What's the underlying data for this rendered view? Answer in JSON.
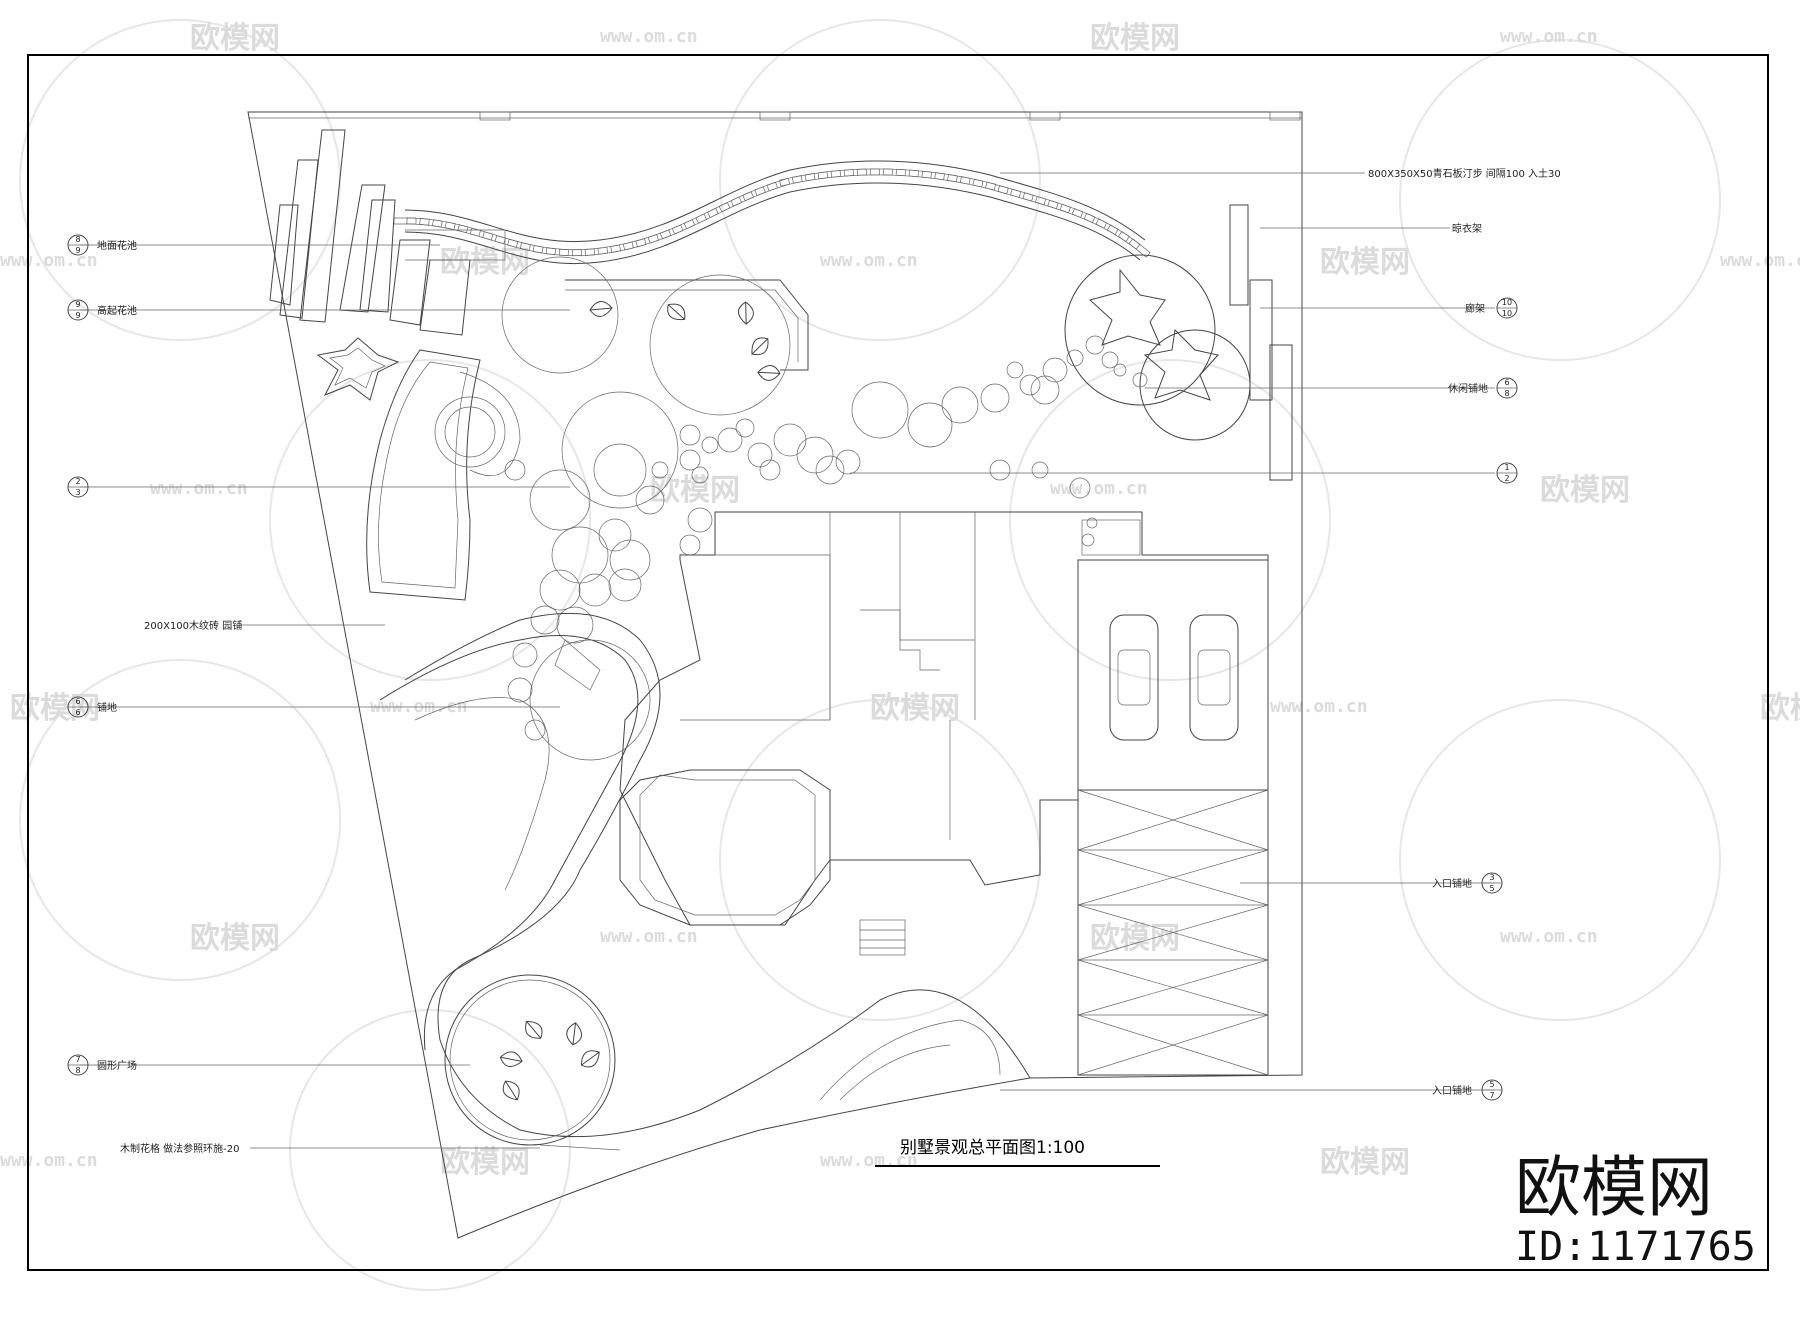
{
  "drawing": {
    "title": "别墅景观总平面图1:100",
    "brand_name": "欧模网",
    "brand_id": "ID:1171765",
    "watermark_text": "欧模网",
    "watermark_url": "www.om.cn"
  },
  "callouts": [
    {
      "text": "地面花池",
      "tag_top": "8",
      "tag_bottom": "9",
      "side": "left"
    },
    {
      "text": "高起花池",
      "tag_top": "9",
      "tag_bottom": "9",
      "side": "left"
    },
    {
      "text": "",
      "tag_top": "2",
      "tag_bottom": "3",
      "side": "left"
    },
    {
      "text": "200X100木纹砖 园铺",
      "tag_top": "",
      "tag_bottom": "",
      "side": "left"
    },
    {
      "text": "铺地",
      "tag_top": "6",
      "tag_bottom": "6",
      "side": "left"
    },
    {
      "text": "圆形广场",
      "tag_top": "7",
      "tag_bottom": "8",
      "side": "left"
    },
    {
      "text": "木制花格 做法参照环施-20",
      "tag_top": "",
      "tag_bottom": "",
      "side": "left"
    },
    {
      "text": "800X350X50青石板汀步 间隔100 入土30",
      "tag_top": "",
      "tag_bottom": "",
      "side": "right"
    },
    {
      "text": "晾衣架",
      "tag_top": "",
      "tag_bottom": "",
      "side": "right"
    },
    {
      "text": "廊架",
      "tag_top": "10",
      "tag_bottom": "10",
      "side": "right"
    },
    {
      "text": "休闲铺地",
      "tag_top": "6",
      "tag_bottom": "8",
      "side": "right"
    },
    {
      "text": "",
      "tag_top": "1",
      "tag_bottom": "2",
      "side": "right"
    },
    {
      "text": "入口铺地",
      "tag_top": "3",
      "tag_bottom": "5",
      "side": "right"
    },
    {
      "text": "入口铺地",
      "tag_top": "5",
      "tag_bottom": "7",
      "side": "right"
    }
  ]
}
